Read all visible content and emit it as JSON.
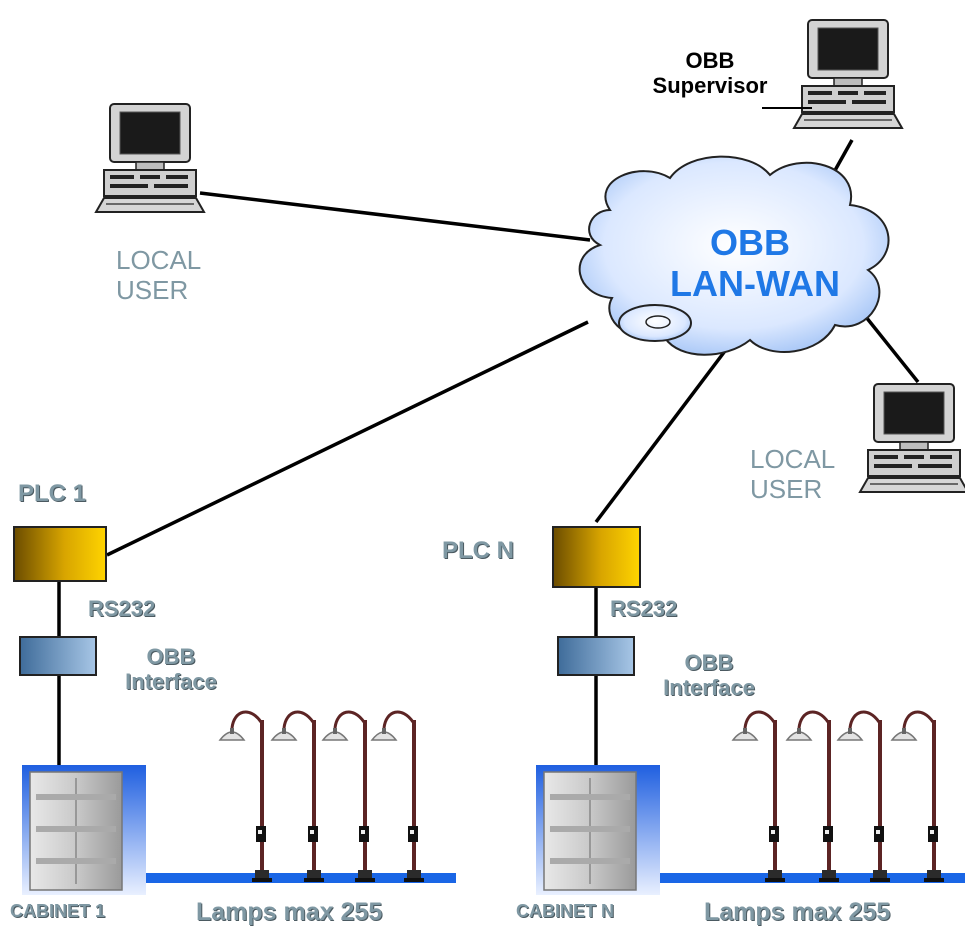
{
  "network": {
    "line1": "OBB",
    "line2": "LAN-WAN",
    "accent": "#1f78e6"
  },
  "supervisor": {
    "line1": "OBB",
    "line2": "Supervisor"
  },
  "local_user_left": {
    "line1": "LOCAL",
    "line2": "USER"
  },
  "local_user_right": {
    "line1": "LOCAL",
    "line2": "USER"
  },
  "site1": {
    "plc": "PLC 1",
    "link": "RS232",
    "interface_line1": "OBB",
    "interface_line2": "Interface",
    "cabinet": "CABINET 1",
    "lamps": "Lamps max 255"
  },
  "siteN": {
    "plc": "PLC N",
    "link": "RS232",
    "interface_line1": "OBB",
    "interface_line2": "Interface",
    "cabinet": "CABINET N",
    "lamps": "Lamps max 255"
  },
  "colors": {
    "label_gray": "#7f98a3",
    "plc_gold": "#f2c400",
    "interface_blue": "#7fa7cf",
    "bus_blue": "#1a66e6"
  }
}
